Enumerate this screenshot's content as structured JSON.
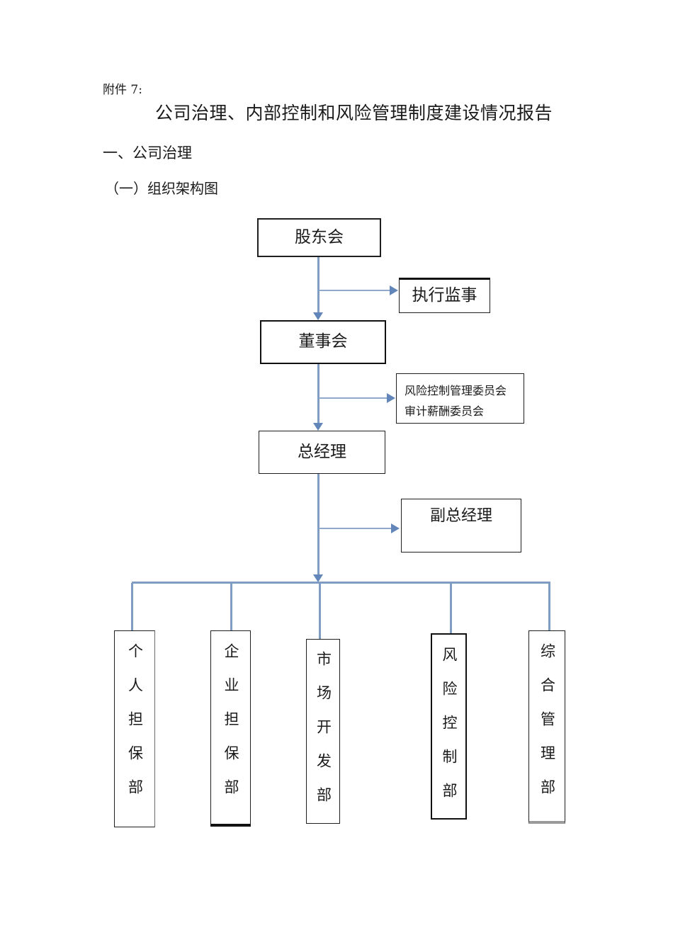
{
  "page": {
    "attachment_label": "附件 7:",
    "title": "公司治理、内部控制和风险管理制度建设情况报告",
    "section_heading": "一、公司治理",
    "subsection_heading": "（一）组织架构图"
  },
  "org_chart": {
    "nodes": {
      "shareholders": "股东会",
      "executive_supervisor": "执行监事",
      "board": "董事会",
      "committees_line1": "风险控制管理委员会",
      "committees_line2": "审计薪酬委员会",
      "general_manager": "总经理",
      "deputy_general_manager": "副总经理",
      "dept_personal_guarantee": "个人担保部",
      "dept_corporate_guarantee": "企业担保部",
      "dept_market_development": "市场开发部",
      "dept_risk_control": "风险控制部",
      "dept_general_admin": "综合管理部"
    },
    "colors": {
      "connector": "#7f9cc3",
      "arrow": "#6286ba",
      "box_border": "#1f1f1f"
    }
  }
}
